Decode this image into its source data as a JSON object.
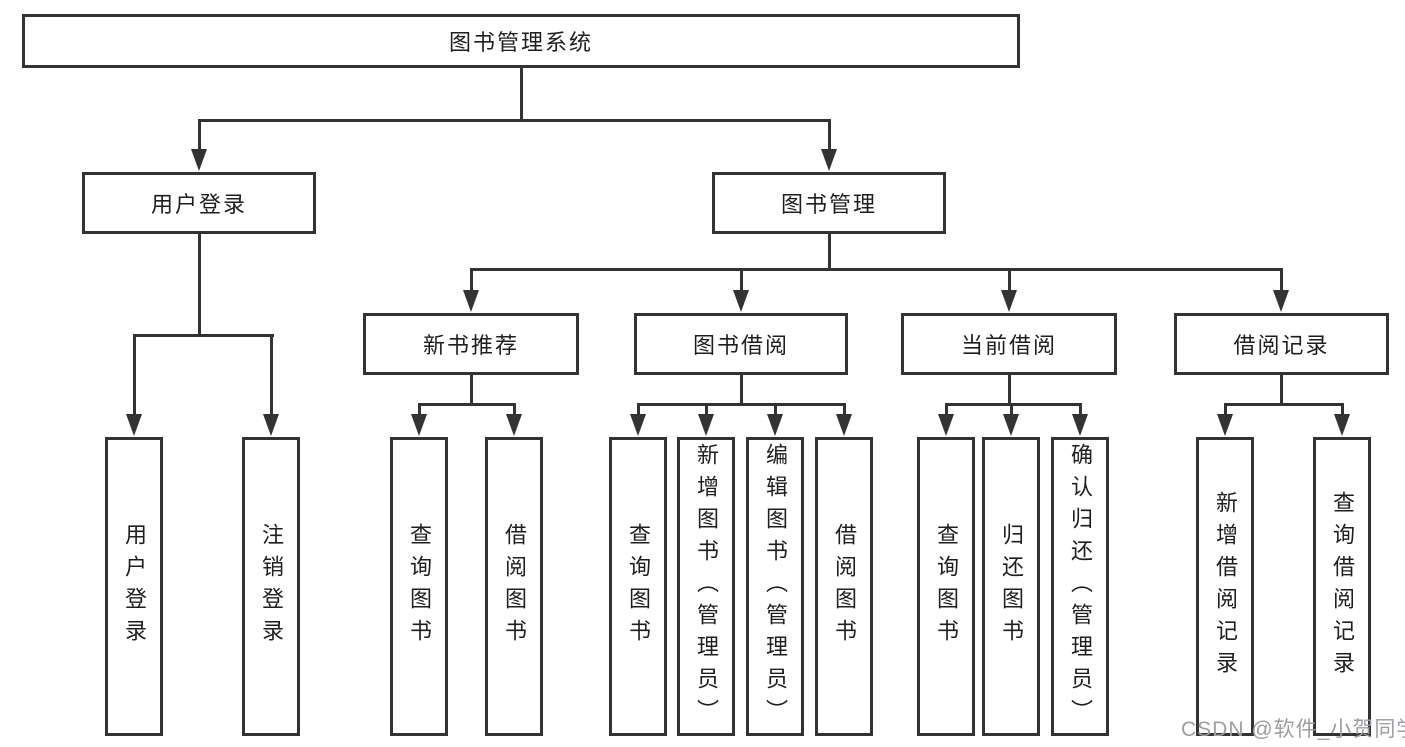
{
  "tree": {
    "label": "图书管理系统",
    "children": [
      {
        "label": "用户登录",
        "children": [
          {
            "label": "用户登录"
          },
          {
            "label": "注销登录"
          }
        ]
      },
      {
        "label": "图书管理",
        "children": [
          {
            "label": "新书推荐",
            "children": [
              {
                "label": "查询图书"
              },
              {
                "label": "借阅图书"
              }
            ]
          },
          {
            "label": "图书借阅",
            "children": [
              {
                "label": "查询图书"
              },
              {
                "label": "新增图书（管理员）"
              },
              {
                "label": "编辑图书（管理员）"
              },
              {
                "label": "借阅图书"
              }
            ]
          },
          {
            "label": "当前借阅",
            "children": [
              {
                "label": "查询图书"
              },
              {
                "label": "归还图书"
              },
              {
                "label": "确认归还（管理员）"
              }
            ]
          },
          {
            "label": "借阅记录",
            "children": [
              {
                "label": "新增借阅记录"
              },
              {
                "label": "查询借阅记录"
              }
            ]
          }
        ]
      }
    ]
  },
  "watermark": {
    "text": "CSDN @软件_小贺同学"
  },
  "colors": {
    "line": "#333333",
    "text": "#1f1f1f",
    "background": "#ffffff",
    "watermark": "#9e9ea3"
  }
}
